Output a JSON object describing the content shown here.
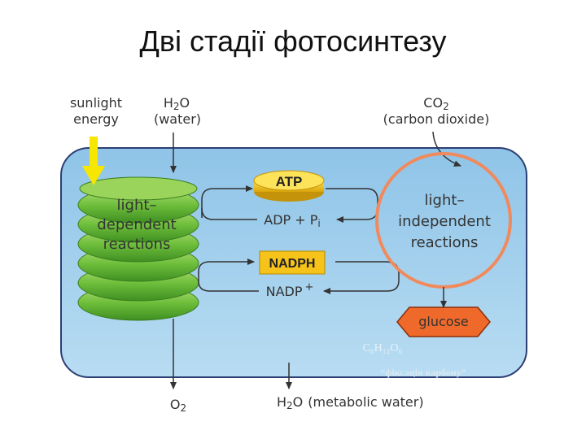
{
  "title": "Дві стадії фотосинтезу",
  "labels": {
    "sunlight_line1": "sunlight",
    "sunlight_line2": "energy",
    "h2o_in": "H",
    "h2o_in_sub": "2",
    "h2o_in_o": "O",
    "water": "(water)",
    "co2": "CO",
    "co2_sub": "2",
    "carbon_dioxide": "(carbon dioxide)",
    "light_dep_1": "light–",
    "light_dep_2": "dependent",
    "light_dep_3": "reactions",
    "light_ind_1": "light–",
    "light_ind_2": "independent",
    "light_ind_3": "reactions",
    "atp": "ATP",
    "adp": "ADP + P",
    "adp_sub": "i",
    "nadph": "NADPH",
    "nadp": "NADP",
    "nadp_sup": "+",
    "glucose": "glucose",
    "formula": "C₆H₁₂O₆",
    "fixation": "“фіксація карбону”",
    "o2": "O",
    "o2_sub": "2",
    "h2o_out": "H",
    "h2o_out_sub": "2",
    "h2o_out_o": "O",
    "metabolic_water": "(metabolic water)"
  },
  "colors": {
    "chloroplast": "#a9d3ee",
    "thylakoid": "#7dc742",
    "atp_coin": "#f2c418",
    "nadph_box": "#f5c31a",
    "calvin_ring": "#f08a5d",
    "glucose": "#ef6a2a",
    "sun_arrow": "#f7e600"
  }
}
